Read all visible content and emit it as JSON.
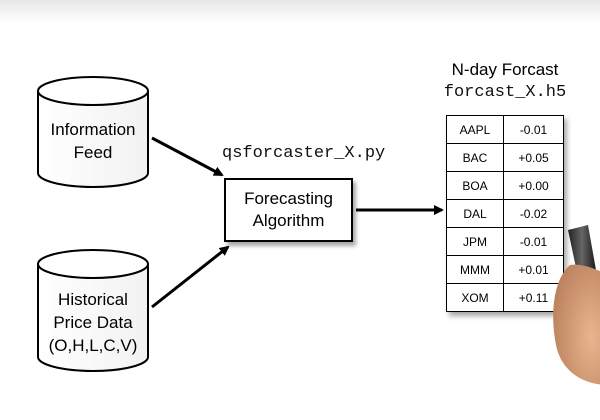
{
  "sources": {
    "information_feed": {
      "line1": "Information",
      "line2": "Feed"
    },
    "historical_price_data": {
      "line1": "Historical",
      "line2": "Price Data",
      "line3": "(O,H,L,C,V)"
    }
  },
  "algorithm": {
    "script_name": "qsforcaster_X.py",
    "box_line1": "Forecasting",
    "box_line2": "Algorithm"
  },
  "output": {
    "title": "N-day Forcast",
    "file_name": "forcast_X.h5",
    "rows": [
      {
        "symbol": "AAPL",
        "value": "-0.01"
      },
      {
        "symbol": "BAC",
        "value": "+0.05"
      },
      {
        "symbol": "BOA",
        "value": "+0.00"
      },
      {
        "symbol": "DAL",
        "value": "-0.02"
      },
      {
        "symbol": "JPM",
        "value": "-0.01"
      },
      {
        "symbol": "MMM",
        "value": "+0.01"
      },
      {
        "symbol": "XOM",
        "value": "+0.11"
      }
    ]
  }
}
